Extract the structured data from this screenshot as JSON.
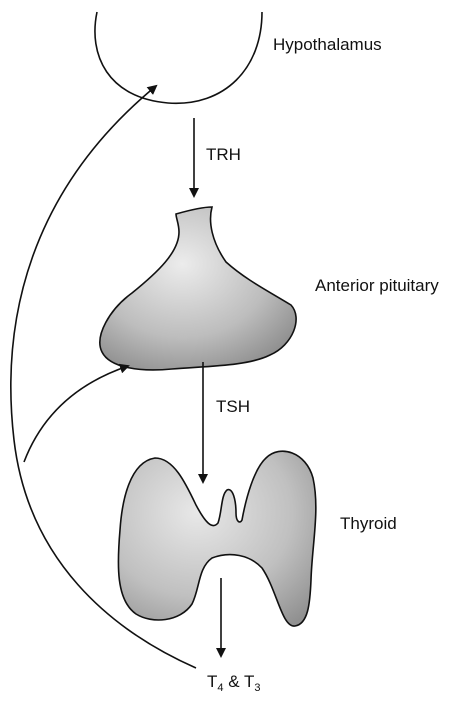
{
  "labels": {
    "hypothalamus": "Hypothalamus",
    "trh": "TRH",
    "anterior_pituitary": "Anterior pituitary",
    "tsh": "TSH",
    "thyroid": "Thyroid",
    "output_t4": "T",
    "output_t4_sub": "4",
    "output_amp": " & ",
    "output_t3": "T",
    "output_t3_sub": "3"
  },
  "colors": {
    "stroke": "#111111",
    "organ_fill_light": "#e6e6e6",
    "organ_fill_dark": "#8f8f8f"
  }
}
